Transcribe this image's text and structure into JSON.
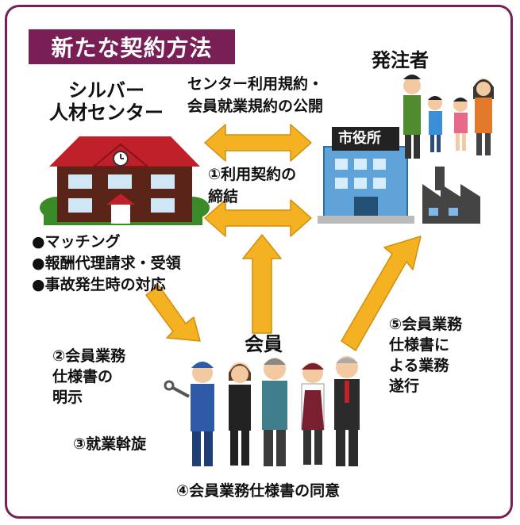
{
  "title": "新たな契約方法",
  "silver_center": "シルバー\n人材センター",
  "orderer": "発注者",
  "publish_rules": "センター利用規約・\n会員就業規約の公開",
  "step1": "①利用契約の\n締結",
  "center_tasks": [
    "●マッチング",
    "●報酬代理請求・受領",
    "●事故発生時の対応"
  ],
  "members": "会員",
  "step2": "②会員業務\n仕様書の\n明示",
  "step3": "③就業斡旋",
  "step4": "④会員業務仕様書の同意",
  "step5": "⑤会員業務\n仕様書に\nよる業務\n遂行",
  "city_hall_sign": "市役所",
  "colors": {
    "frame": "#7a1f55",
    "arrow": "#f4b223",
    "roof": "#c0202a",
    "brick": "#5a2418"
  }
}
